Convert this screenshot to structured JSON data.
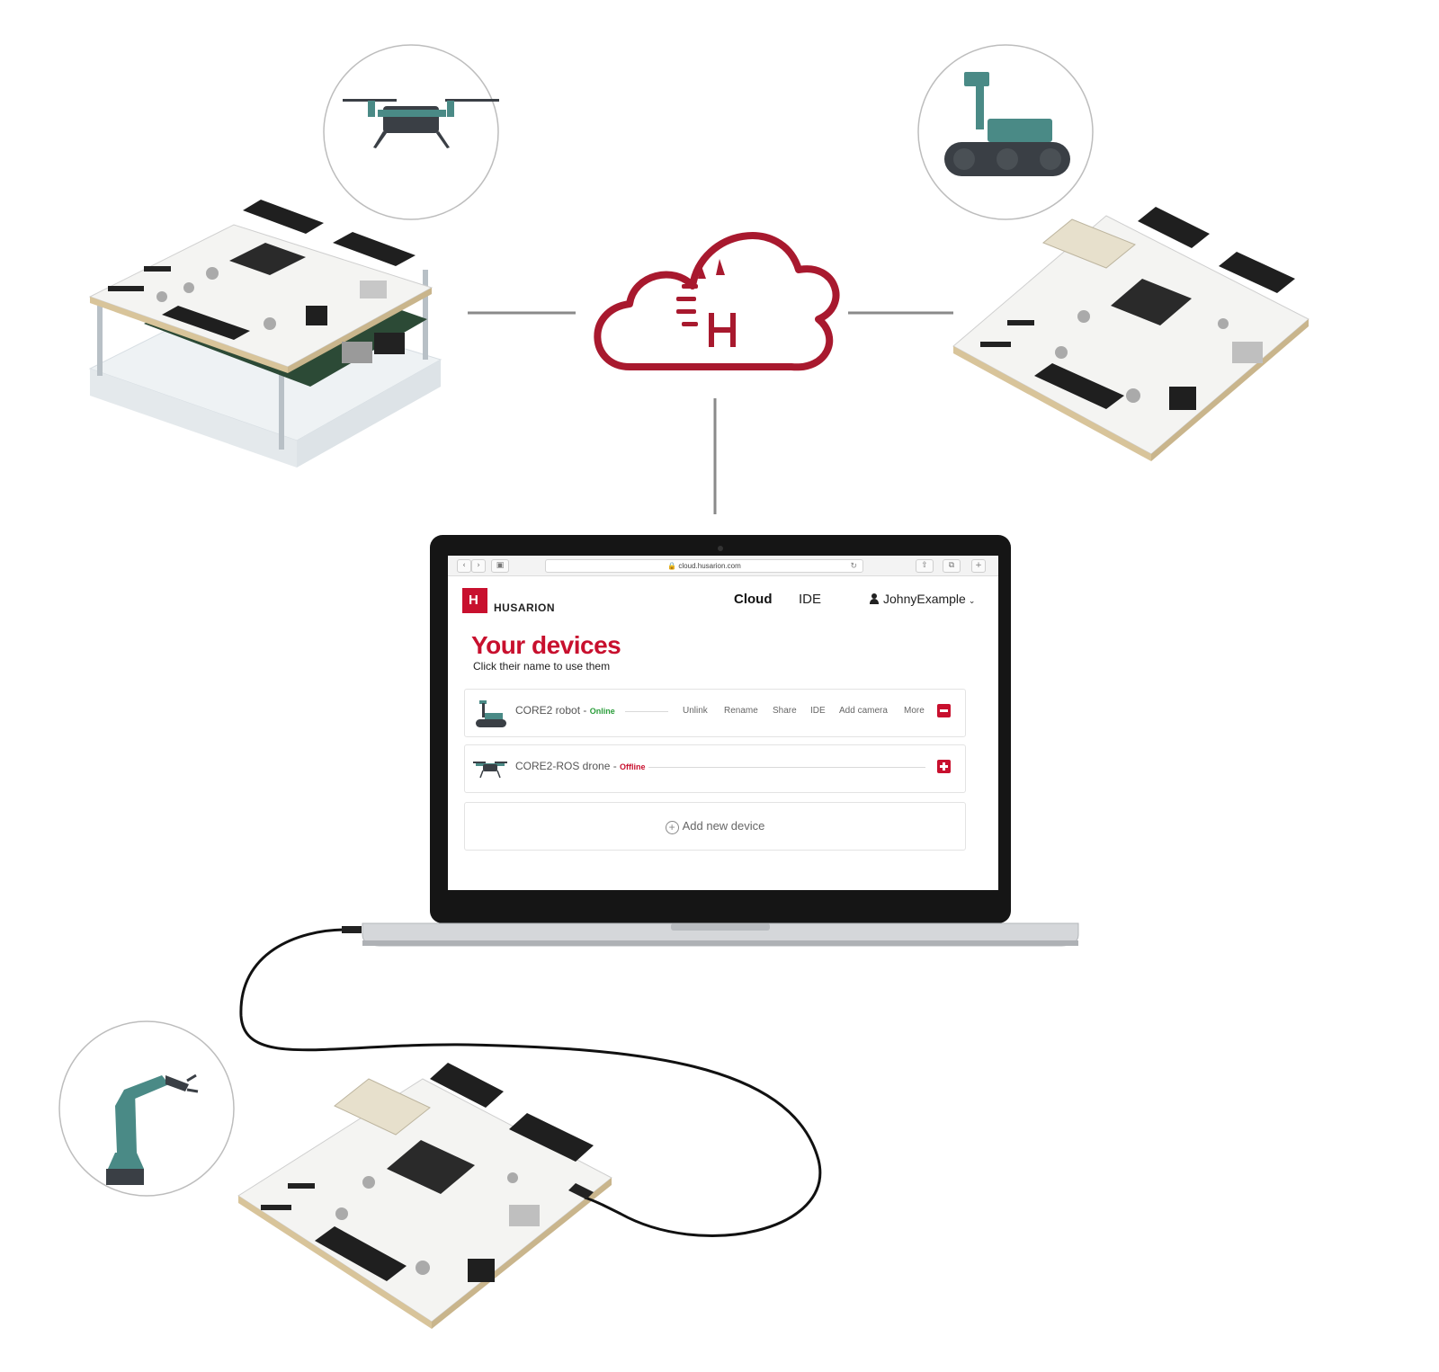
{
  "browser": {
    "url": "cloud.husarion.com"
  },
  "app": {
    "brand": "HUSARION",
    "nav": {
      "cloud": "Cloud",
      "ide": "IDE",
      "user": "JohnyExample"
    }
  },
  "page": {
    "title": "Your devices",
    "subtitle": "Click their name to use them"
  },
  "devices": [
    {
      "name": "CORE2 robot",
      "separator": " - ",
      "status": "Online",
      "actions": [
        "Unlink",
        "Rename",
        "Share",
        "IDE",
        "Add camera",
        "More"
      ]
    },
    {
      "name": "CORE2-ROS drone",
      "separator": " - ",
      "status": "Offline"
    }
  ],
  "add_device_label": "Add new device",
  "colors": {
    "brand_red": "#c8102e",
    "online": "#2a9d3a",
    "teal": "#4a8a86",
    "dark": "#3a3f45",
    "connector": "#8a8a8a"
  },
  "icons": [
    "drone-icon",
    "tracked-robot-icon",
    "robotic-arm-icon",
    "husarion-cloud-icon",
    "user-icon",
    "add-circle-icon"
  ]
}
